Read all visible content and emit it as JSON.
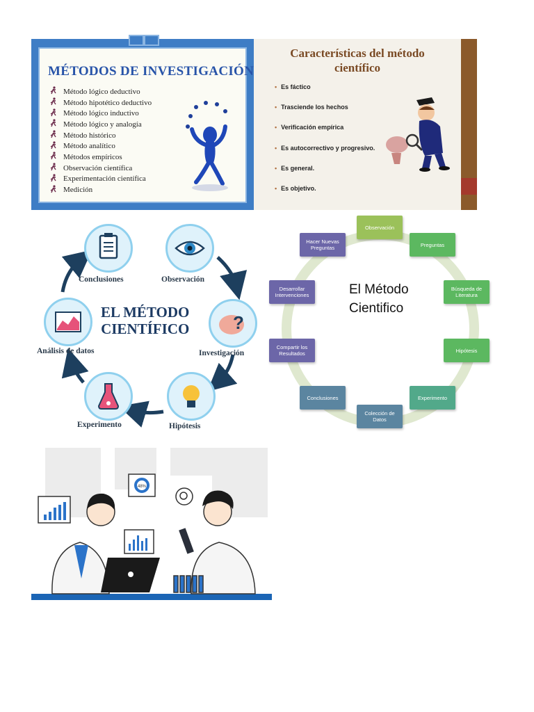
{
  "metodos": {
    "title": "MÉTODOS DE INVESTIGACIÓN",
    "items": [
      "Método lógico deductivo",
      "Método hipotético  deductivo",
      "Método lógico inductivo",
      "Método lógico y analogía",
      "Método histórico",
      "Método analítico",
      "Métodos empíricos",
      "Observación científica",
      "Experimentación científica",
      "Medición"
    ]
  },
  "caracteristicas": {
    "title_line1": "Características del método",
    "title_line2": "científico",
    "items": [
      "Es fáctico",
      "Trasciende los hechos",
      "Verificación empírica",
      "Es autocorrectivo y progresivo.",
      "Es general.",
      "Es objetivo."
    ]
  },
  "ciclo1": {
    "title_line1": "EL MÉTODO",
    "title_line2": "CIENTÍFICO",
    "steps": {
      "conclusiones": "Conclusiones",
      "observacion": "Observación",
      "investigacion": "Investigación",
      "hipotesis": "Hipótesis",
      "experimento": "Experimento",
      "analisis": "Análisis de datos"
    }
  },
  "ciclo2": {
    "title_line1": "El Método",
    "title_line2": "Cientifico",
    "boxes": {
      "observacion": "Observación",
      "preguntas": "Preguntas",
      "busqueda_l1": "Búsqueda de",
      "busqueda_l2": "Literatura",
      "hipotesis": "Hipótesis",
      "experimento": "Experimento",
      "coleccion_l1": "Colección de",
      "coleccion_l2": "Datos",
      "conclusiones": "Conclusiones",
      "compartir_l1": "Compartir los",
      "compartir_l2": "Resultados",
      "desarrollar_l1": "Desarrollar",
      "desarrollar_l2": "Intervenciones",
      "hacer_l1": "Hacer Nuevas",
      "hacer_l2": "Preguntas"
    },
    "colors": {
      "light_green": "#9bc15a",
      "green": "#5cb860",
      "teal": "#52a98a",
      "blue_gray": "#5b85a0",
      "purple": "#6c66a8",
      "ring": "#dfe8cf"
    }
  },
  "illustration": {
    "badge": "48%"
  }
}
